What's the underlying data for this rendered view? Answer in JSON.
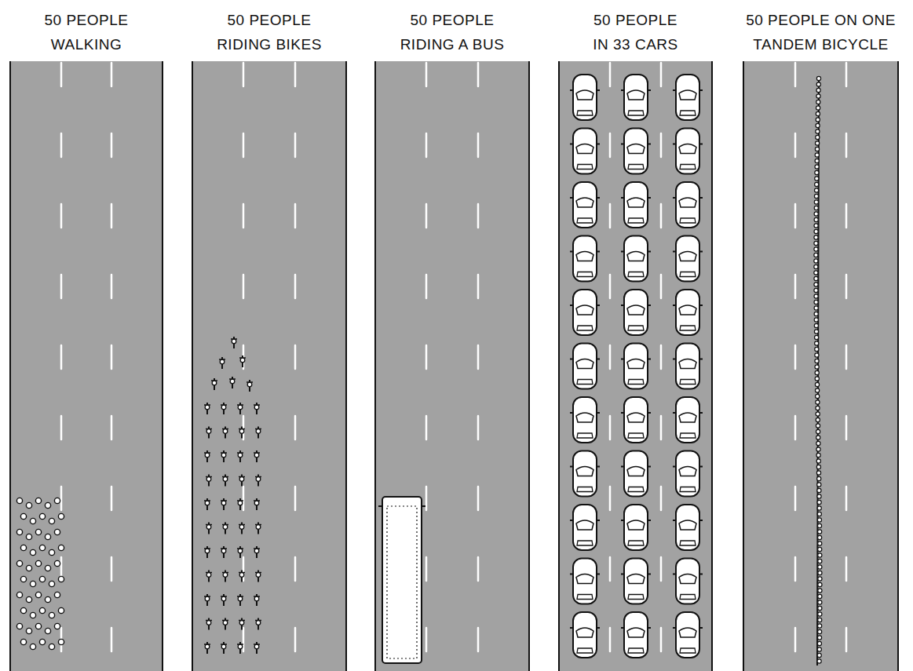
{
  "diagram": {
    "nodes": [
      {
        "text": [
          "50 PEOPLE WALKING"
        ]
      },
      {
        "text": [
          "50 PEOPLE RIDING BIKES"
        ]
      },
      {
        "text": [
          "50 PEOPLE RIDING A BUS"
        ]
      },
      {
        "text": [
          "50 PEOPLE IN 33 CARS"
        ]
      },
      {
        "text": [
          "50 PEOPLE ON ONE TANDEM BICYCLE"
        ]
      }
    ]
  }
}
